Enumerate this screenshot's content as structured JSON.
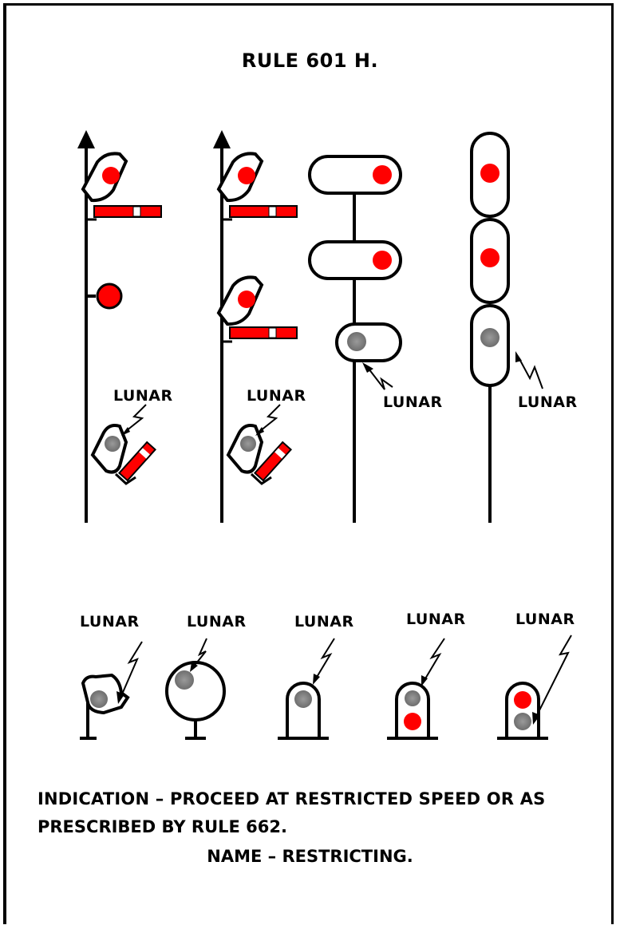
{
  "title": "RULE 601 H.",
  "top_row_labels": [
    "LUNAR",
    "LUNAR",
    "LUNAR",
    "LUNAR"
  ],
  "bottom_row_labels": [
    "LUNAR",
    "LUNAR",
    "LUNAR",
    "LUNAR",
    "LUNAR"
  ],
  "indication_line1": "INDICATION – PROCEED AT RESTRICTED SPEED OR AS",
  "indication_line2": "PRESCRIBED BY RULE 662.",
  "name_line": "NAME – RESTRICTING.",
  "colors": {
    "red": "#ff0000",
    "lunar": "#808080",
    "line": "#000000"
  }
}
